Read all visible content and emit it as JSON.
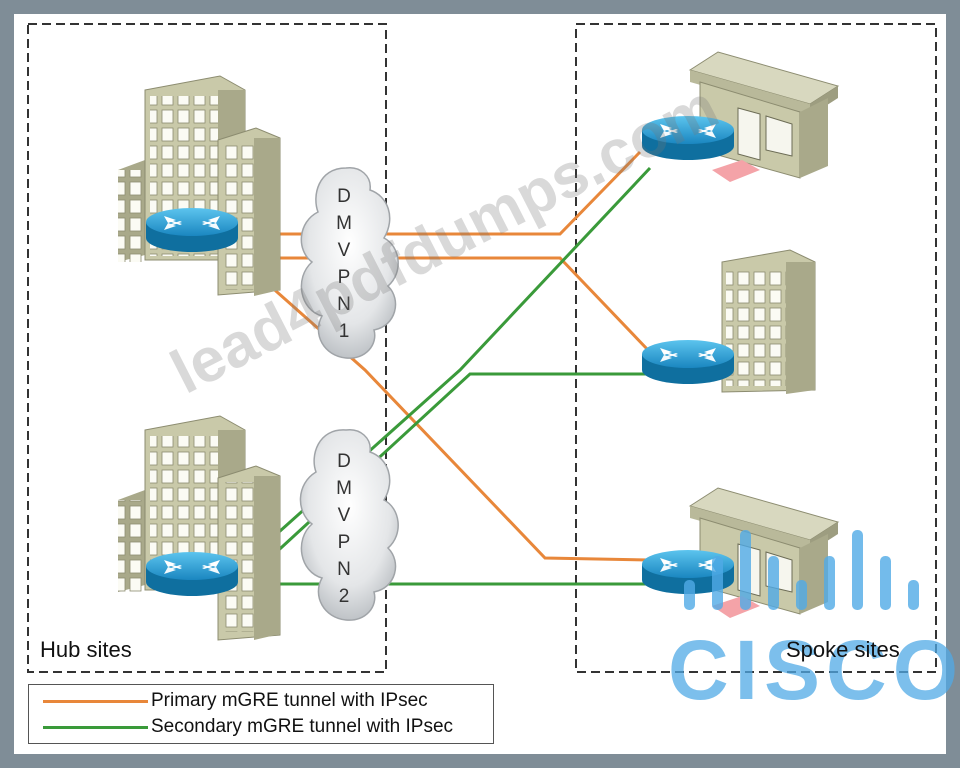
{
  "hub_label": "Hub sites",
  "spoke_label": "Spoke sites",
  "clouds": [
    {
      "name": "DMVPN 1",
      "letters": [
        "D",
        "M",
        "V",
        "P",
        "N",
        "1"
      ]
    },
    {
      "name": "DMVPN 2",
      "letters": [
        "D",
        "M",
        "V",
        "P",
        "N",
        "2"
      ]
    }
  ],
  "legend": {
    "primary": {
      "label": "Primary mGRE tunnel with IPsec",
      "color": "#e8873a"
    },
    "secondary": {
      "label": "Secondary mGRE tunnel with IPsec",
      "color": "#3a9a3a"
    }
  },
  "watermark": "lead4pdfdumps.com",
  "brand": {
    "word": "CISCO",
    "color": "#4fa9e3"
  },
  "colors": {
    "router": "#1f8fc7",
    "building": "#c9c9a9",
    "background": "#7f8d97",
    "canvas": "#ffffff"
  }
}
